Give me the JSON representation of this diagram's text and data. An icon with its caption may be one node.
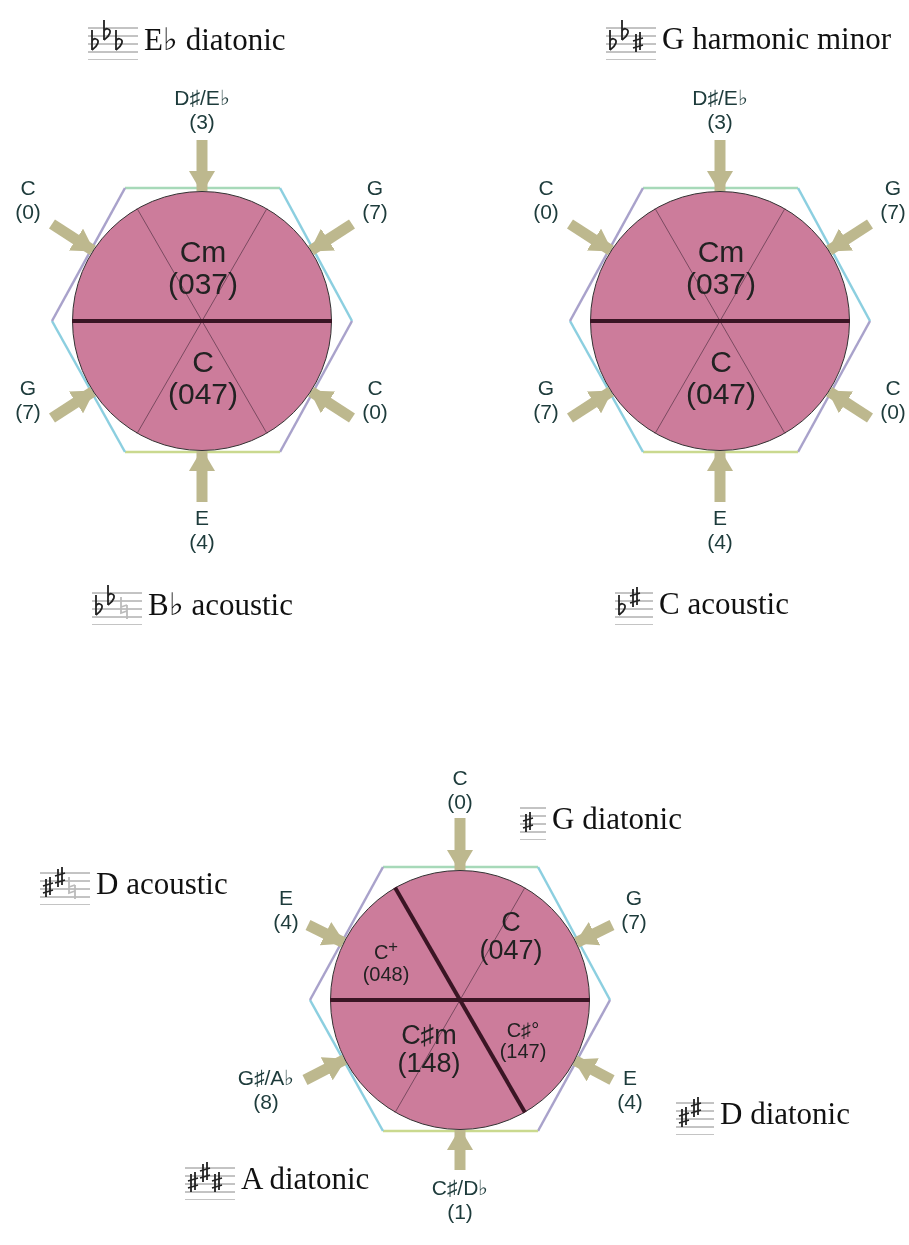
{
  "diagram": {
    "nodes": [
      {
        "text": [
          "Cm (037)",
          "C (047)"
        ]
      },
      {
        "text": [
          "D♯/E♭ (3)"
        ]
      },
      {
        "text": [
          "C (0)"
        ]
      },
      {
        "text": [
          "G (7)"
        ]
      },
      {
        "text": [
          "G (7)"
        ]
      },
      {
        "text": [
          "C (0)"
        ]
      },
      {
        "text": [
          "E (4)"
        ]
      },
      {
        "text": [
          "Cm (037)",
          "C (047)"
        ]
      },
      {
        "text": [
          "D♯/E♭ (3)"
        ]
      },
      {
        "text": [
          "C (0)"
        ]
      },
      {
        "text": [
          "G (7)"
        ]
      },
      {
        "text": [
          "G (7)"
        ]
      },
      {
        "text": [
          "C (0)"
        ]
      },
      {
        "text": [
          "E (4)"
        ]
      },
      {
        "text": [
          "C$^{+}$ (048)",
          "C (047)",
          "C♯m (148)",
          "C♯° (147)"
        ]
      },
      {
        "text": [
          "C (0)"
        ]
      },
      {
        "text": [
          "E (4)"
        ]
      },
      {
        "text": [
          "G (7)"
        ]
      },
      {
        "text": [
          "G♯/A♭ (8)"
        ]
      },
      {
        "text": [
          "E (4)"
        ]
      },
      {
        "text": [
          "C♯/D♭ (1)"
        ]
      }
    ],
    "edges": [
      {
        "from": 1,
        "to": 0,
        "arrow": "to"
      },
      {
        "from": 2,
        "to": 0,
        "arrow": "to"
      },
      {
        "from": 3,
        "to": 0,
        "arrow": "to"
      },
      {
        "from": 4,
        "to": 0,
        "arrow": "to"
      },
      {
        "from": 5,
        "to": 0,
        "arrow": "to"
      },
      {
        "from": 6,
        "to": 0,
        "arrow": "to"
      },
      {
        "from": 8,
        "to": 7,
        "arrow": "to"
      },
      {
        "from": 9,
        "to": 7,
        "arrow": "to"
      },
      {
        "from": 10,
        "to": 7,
        "arrow": "to"
      },
      {
        "from": 11,
        "to": 7,
        "arrow": "to"
      },
      {
        "from": 12,
        "to": 7,
        "arrow": "to"
      },
      {
        "from": 13,
        "to": 7,
        "arrow": "to"
      },
      {
        "from": 15,
        "to": 14,
        "arrow": "to"
      },
      {
        "from": 16,
        "to": 14,
        "arrow": "to"
      },
      {
        "from": 17,
        "to": 14,
        "arrow": "to"
      },
      {
        "from": 18,
        "to": 14,
        "arrow": "to"
      },
      {
        "from": 19,
        "to": 14,
        "arrow": "to"
      },
      {
        "from": 20,
        "to": 14,
        "arrow": "to"
      }
    ],
    "labels": [
      "E♭ diatonic",
      "G harmonic minor",
      "B♭ acoustic",
      "C acoustic",
      "G diatonic",
      "D acoustic",
      "D diatonic",
      "A diatonic"
    ]
  }
}
